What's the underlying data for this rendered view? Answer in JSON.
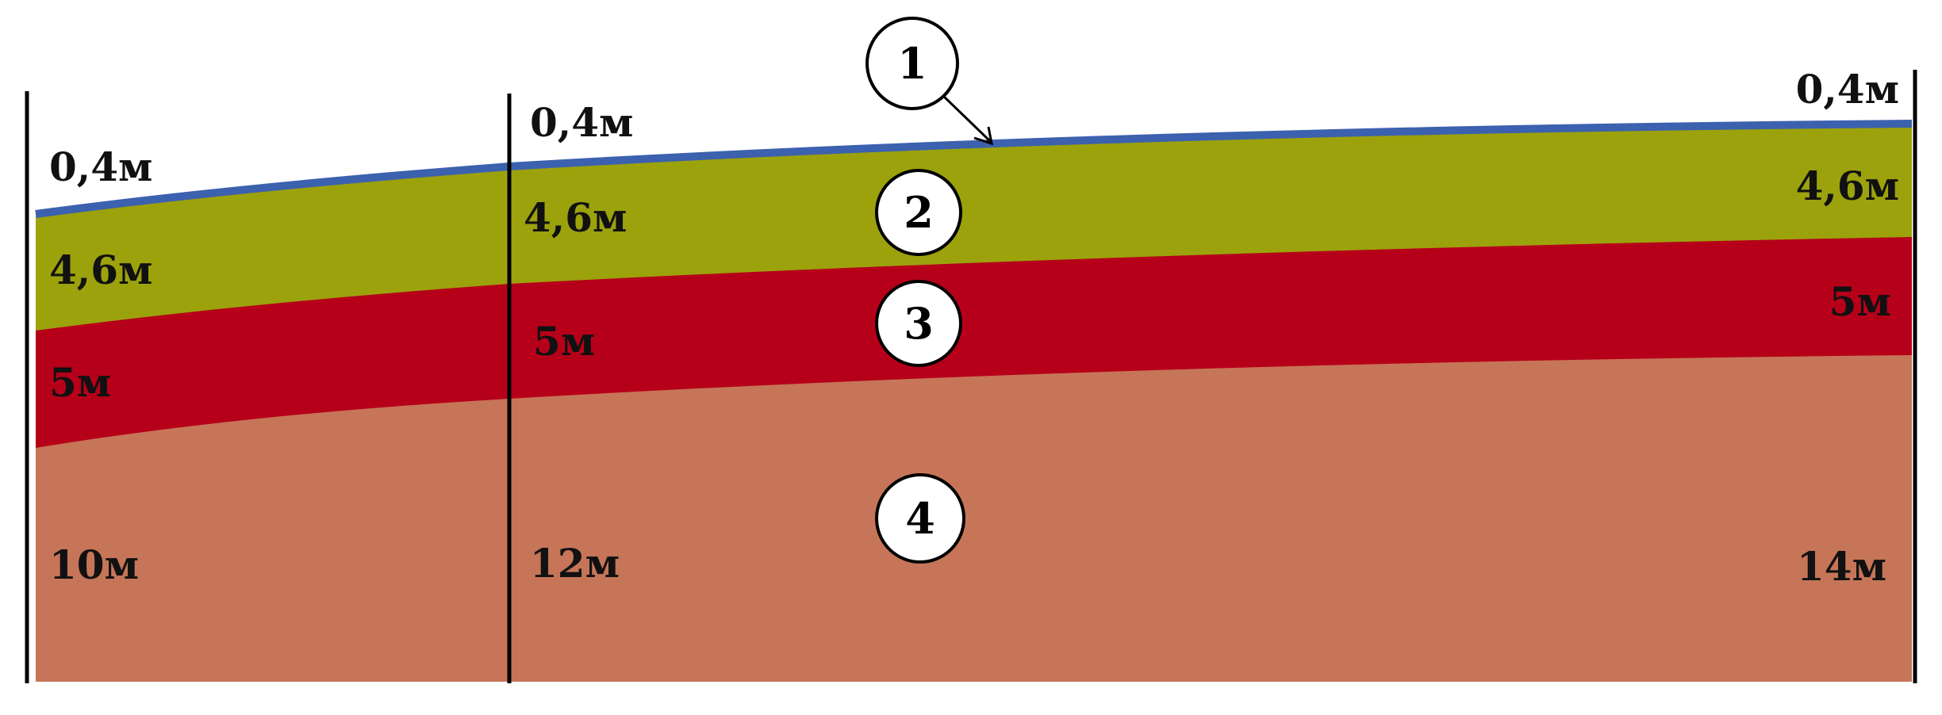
{
  "colors": {
    "background": "#ffffff",
    "layer1": "#3c61ae",
    "layer2": "#9ca20c",
    "layer3": "#b6001a",
    "layer4": "#c67558",
    "lines": "#000000"
  },
  "markers": {
    "m1": "1",
    "m2": "2",
    "m3": "3",
    "m4": "4"
  },
  "boreholes": {
    "left": {
      "l1": "0,4м",
      "l2": "4,6м",
      "l3": "5м",
      "l4": "10м"
    },
    "middle": {
      "l1": "0,4м",
      "l2": "4,6м",
      "l3": "5м",
      "l4": "12м"
    },
    "right": {
      "l1": "0,4м",
      "l2": "4,6м",
      "l3": "5м",
      "l4": "14м"
    }
  }
}
